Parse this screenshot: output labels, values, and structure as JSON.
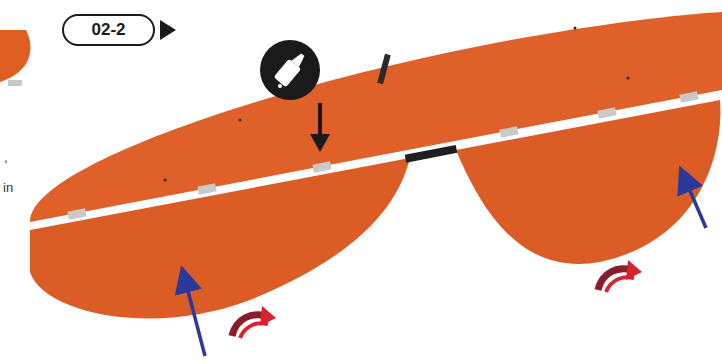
{
  "diagram": {
    "nodes": [
      {
        "text": [
          "02-2"
        ]
      }
    ],
    "labels": [
      ",",
      "in"
    ]
  }
}
